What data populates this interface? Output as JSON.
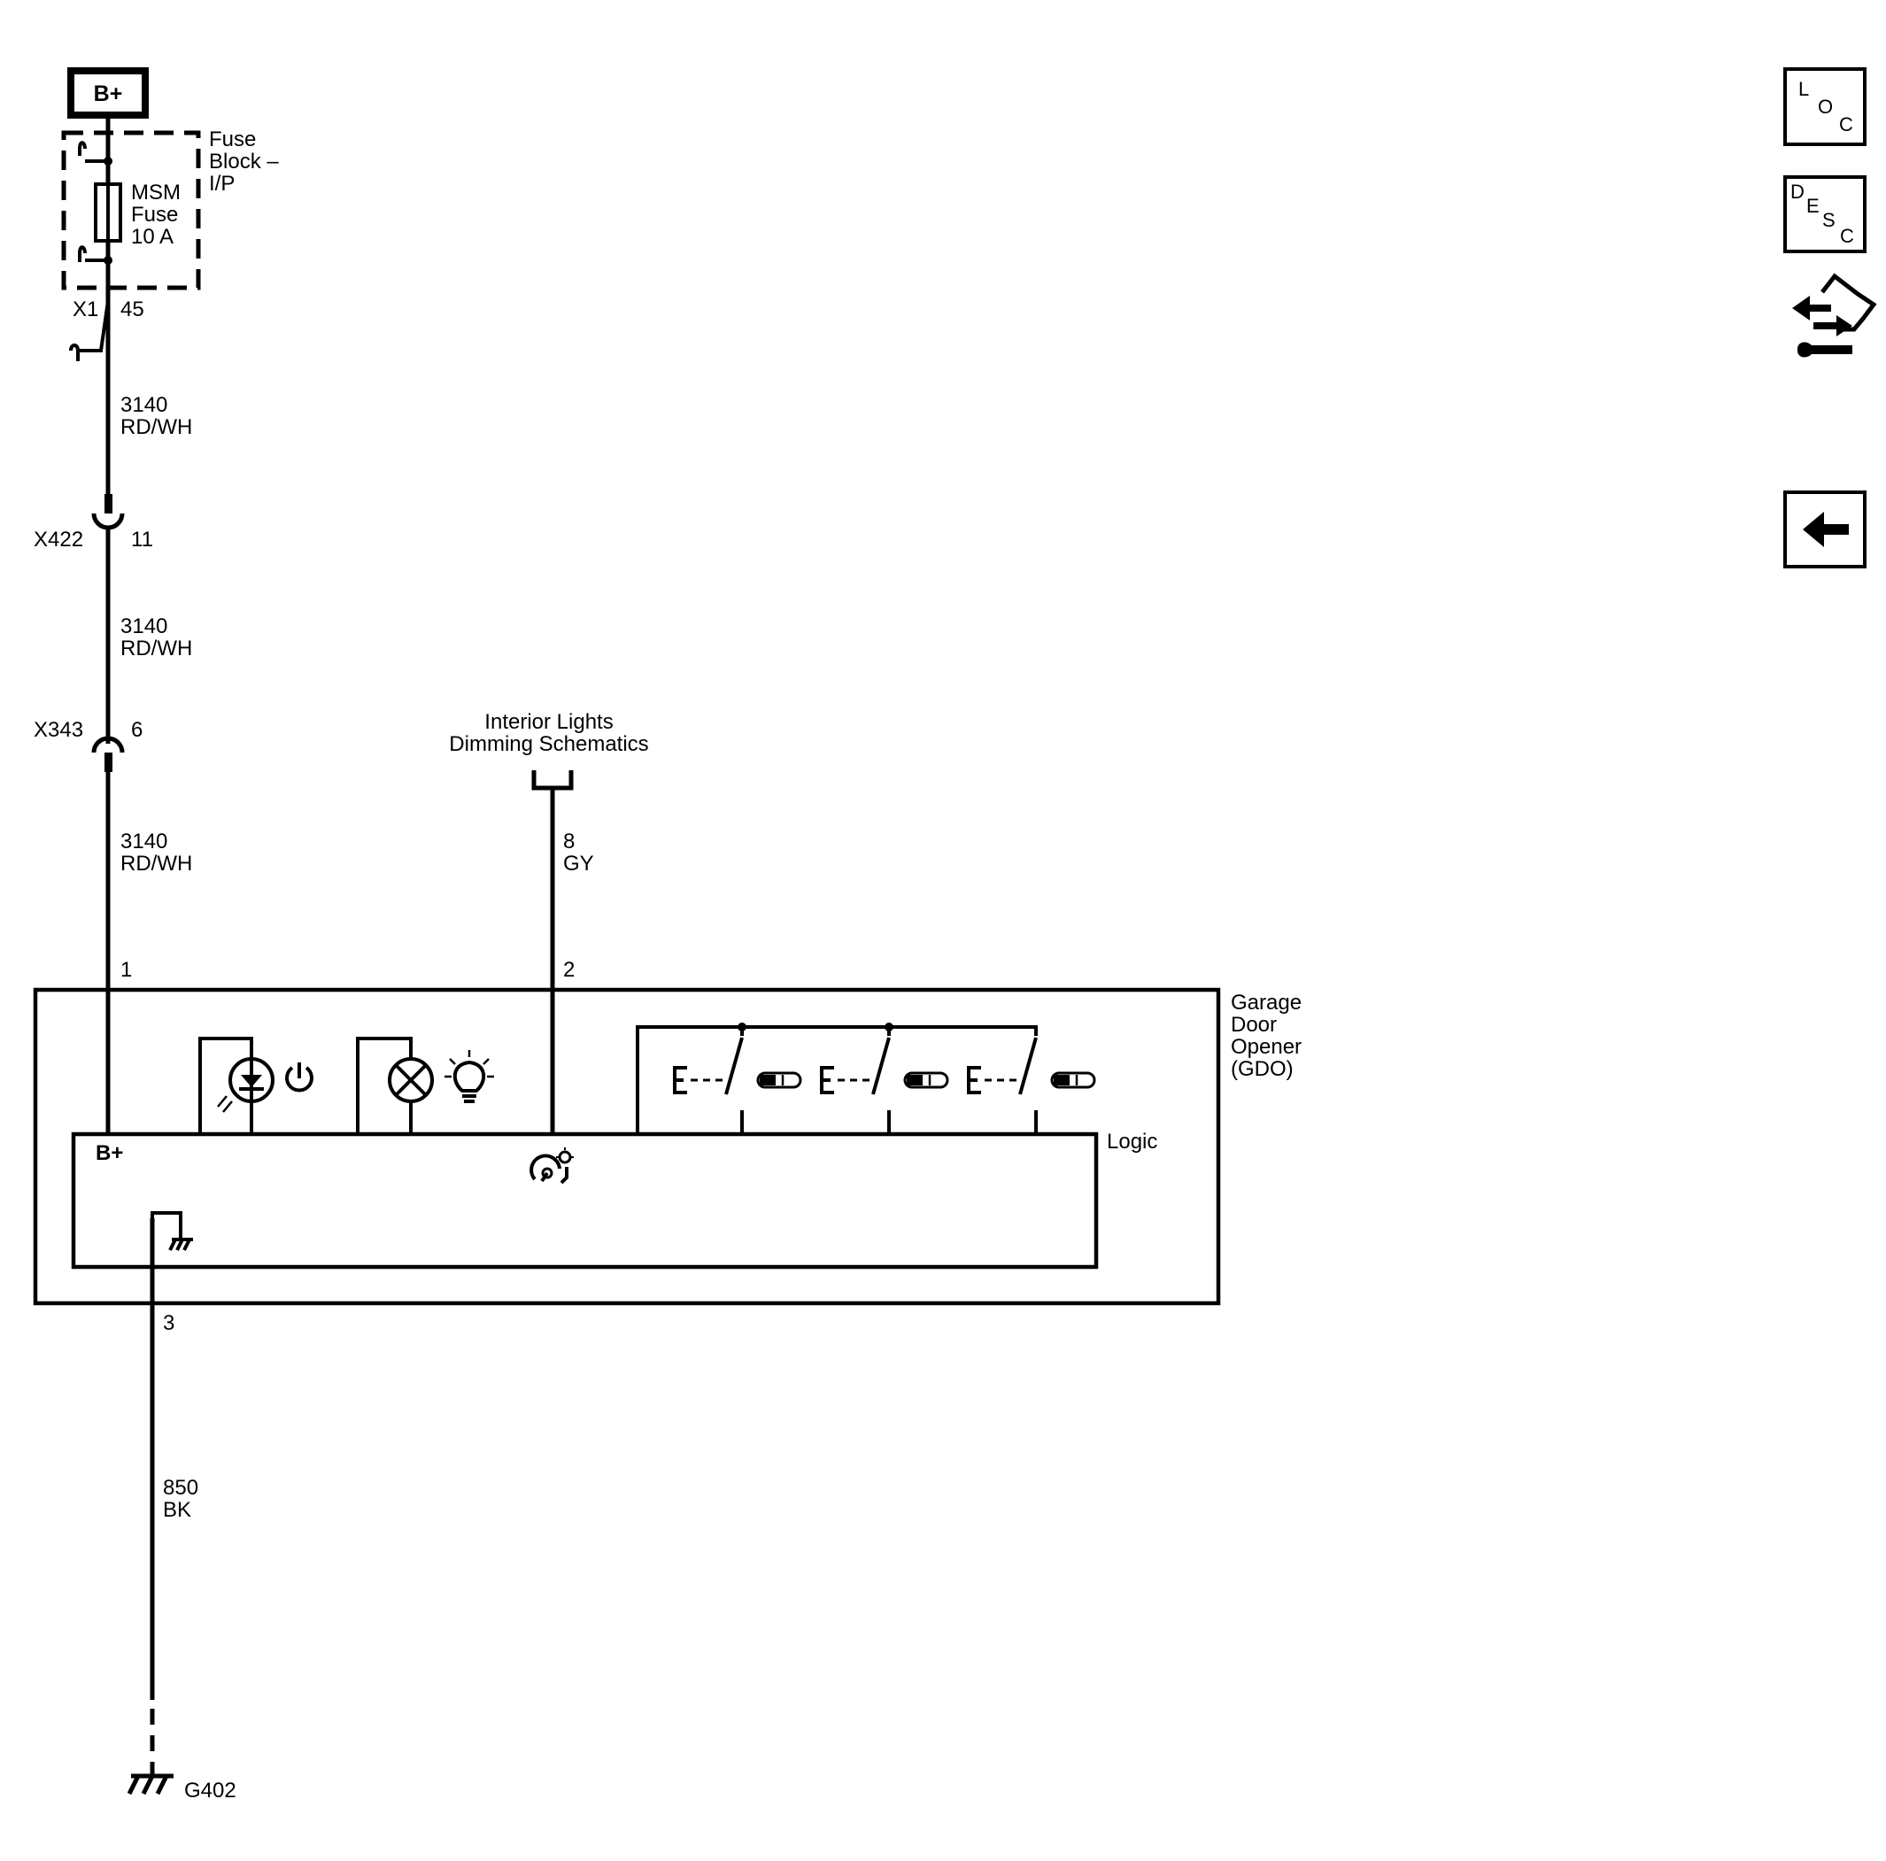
{
  "power": {
    "label": "B+"
  },
  "fuse_block": {
    "line1": "Fuse",
    "line2": "Block –",
    "line3": "I/P"
  },
  "fuse": {
    "line1": "MSM",
    "line2": "Fuse",
    "line3": "10 A"
  },
  "connectors": {
    "x1": {
      "name": "X1",
      "pin": "45"
    },
    "x422": {
      "name": "X422",
      "pin": "11"
    },
    "x343": {
      "name": "X343",
      "pin": "6"
    }
  },
  "wires": {
    "w1": {
      "circuit": "3140",
      "color": "RD/WH"
    },
    "w2": {
      "circuit": "3140",
      "color": "RD/WH"
    },
    "w3": {
      "circuit": "3140",
      "color": "RD/WH"
    },
    "w_gy": {
      "circuit": "8",
      "color": "GY"
    },
    "w_bk": {
      "circuit": "850",
      "color": "BK"
    }
  },
  "reference": {
    "line1": "Interior Lights",
    "line2": "Dimming Schematics"
  },
  "module": {
    "line1": "Garage",
    "line2": "Door",
    "line3": "Opener",
    "line4": "(GDO)",
    "logic_label": "Logic",
    "bplus_label": "B+",
    "pins": {
      "p1": "1",
      "p2": "2",
      "p3": "3"
    }
  },
  "ground": {
    "label": "G402"
  },
  "nav": {
    "loc": [
      "L",
      "O",
      "C"
    ],
    "desc": [
      "D",
      "E",
      "S",
      "C"
    ]
  }
}
